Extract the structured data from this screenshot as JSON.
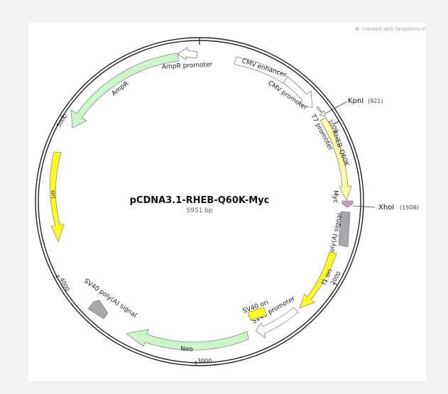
{
  "plasmid": {
    "name": "pCDNA3.1-RHEB-Q60K-Myc",
    "length_label": "5951 bp"
  },
  "credit": "Created with SnapGene®",
  "ticks": [
    "1000",
    "2000",
    "3000",
    "4000",
    "5000"
  ],
  "sites": [
    {
      "name": "KpnI",
      "pos": "(921)"
    },
    {
      "name": "XhoI",
      "pos": "(1508)"
    }
  ],
  "features": [
    {
      "id": "ampr-promoter",
      "label": "AmpR promoter",
      "color": "#ffffff"
    },
    {
      "id": "ampr",
      "label": "AmpR",
      "color": "#ccf5cc"
    },
    {
      "id": "ori",
      "label": "ori",
      "color": "#ffff1a"
    },
    {
      "id": "cmv-enhancer",
      "label": "CMV enhancer",
      "color": "#ffffff"
    },
    {
      "id": "cmv-promoter",
      "label": "CMV promoter",
      "color": "#ffffff"
    },
    {
      "id": "t7-promoter",
      "label": "T7 promoter",
      "color": "#ffffff"
    },
    {
      "id": "rheb-q60k",
      "label": "RHEB-Q60K",
      "color": "#ffffa6"
    },
    {
      "id": "myc",
      "label": "Myc",
      "color": "#cc99cc"
    },
    {
      "id": "bgh-polya",
      "label": "bGH poly(A) signal",
      "color": "#a6a6ad"
    },
    {
      "id": "f1-ori",
      "label": "f1 ori",
      "color": "#ffff1a"
    },
    {
      "id": "sv40-promoter",
      "label": "SV40 promoter",
      "color": "#ffffff"
    },
    {
      "id": "sv40-ori",
      "label": "SV40 ori",
      "color": "#ffff1a"
    },
    {
      "id": "neo",
      "label": "Neo",
      "color": "#ccf5cc"
    },
    {
      "id": "sv40-polya",
      "label": "SV40 poly(A) signal",
      "color": "#a6a6ad"
    }
  ]
}
